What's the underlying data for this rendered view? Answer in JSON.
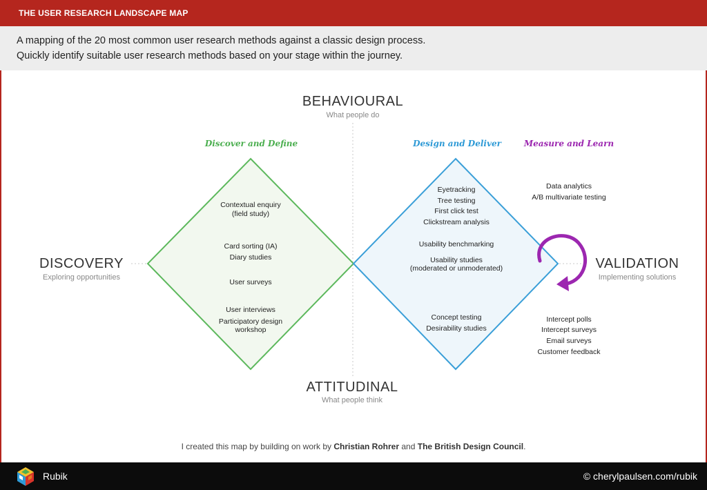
{
  "header": {
    "title": "THE USER RESEARCH LANDSCAPE MAP"
  },
  "intro": {
    "line1": "A mapping of the 20 most common user research methods against a classic design process.",
    "line2": "Quickly identify suitable user research methods based on your stage within the journey."
  },
  "axes": {
    "top": {
      "title": "BEHAVIOURAL",
      "subtitle": "What people do"
    },
    "bottom": {
      "title": "ATTITUDINAL",
      "subtitle": "What people think"
    },
    "left": {
      "title": "DISCOVERY",
      "subtitle": "Exploring opportunities"
    },
    "right": {
      "title": "VALIDATION",
      "subtitle": "Implementing solutions"
    }
  },
  "phases": {
    "discover": {
      "label": "Discover and Define",
      "color": "#4caf50"
    },
    "design": {
      "label": "Design and Deliver",
      "color": "#2e9ad6"
    },
    "measure": {
      "label": "Measure and Learn",
      "color": "#9c27b0"
    }
  },
  "methods": {
    "contextual_1": "Contextual enquiry",
    "contextual_2": "(field study)",
    "card_sorting": "Card sorting (IA)",
    "diary": "Diary studies",
    "surveys": "User surveys",
    "interviews": "User interviews",
    "participatory_1": "Participatory design",
    "participatory_2": "workshop",
    "eyetracking": "Eyetracking",
    "tree_testing": "Tree testing",
    "first_click": "First click test",
    "clickstream": "Clickstream analysis",
    "benchmarking": "Usability benchmarking",
    "usability_1": "Usability studies",
    "usability_2": "(moderated or unmoderated)",
    "concept": "Concept testing",
    "desirability": "Desirability studies",
    "data_analytics": "Data analytics",
    "ab_testing": "A/B multivariate testing",
    "intercept_polls": "Intercept polls",
    "intercept_surveys": "Intercept surveys",
    "email_surveys": "Email surveys",
    "customer_feedback": "Customer feedback"
  },
  "credit": {
    "prefix": "I created this map by building on work by ",
    "name1": "Christian Rohrer",
    "middle": " and ",
    "name2": "The British Design Council",
    "suffix": "."
  },
  "footer": {
    "brand": "Rubik",
    "site": "© cherylpaulsen.com/rubik"
  }
}
